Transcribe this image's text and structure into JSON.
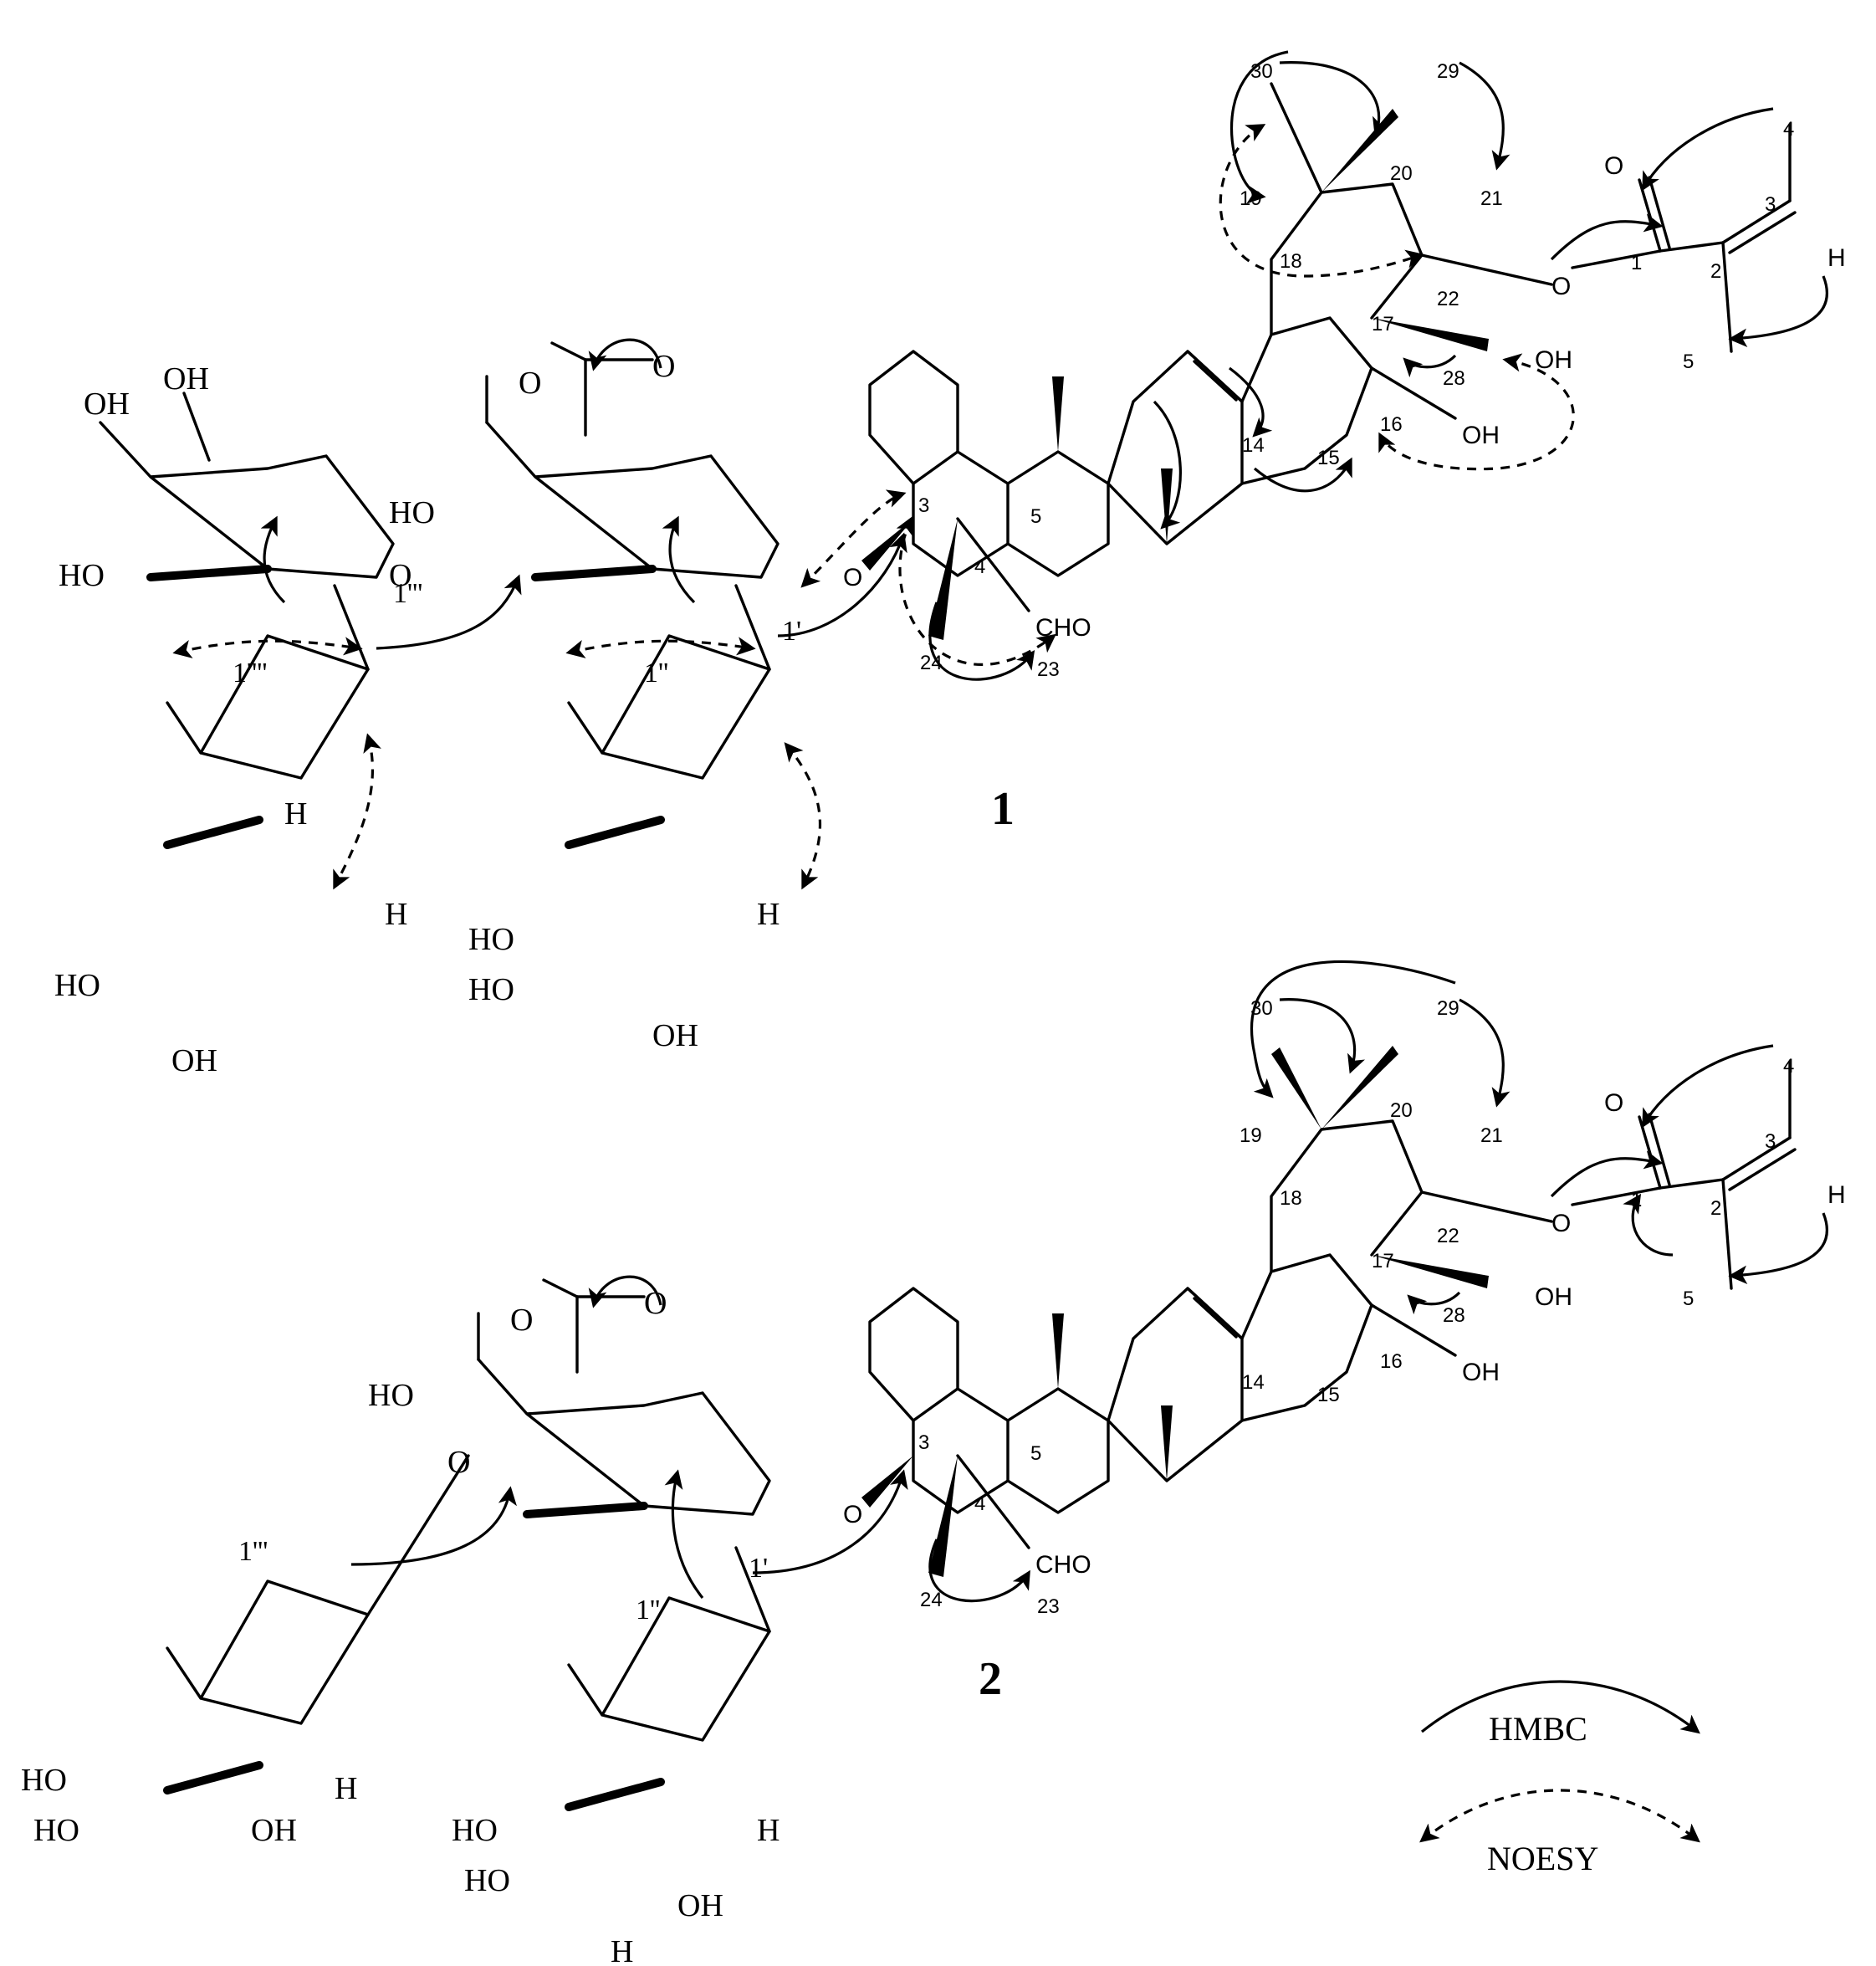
{
  "compounds": [
    {
      "id": "1",
      "aglycone_atoms": {
        "c30": "30",
        "c29": "29",
        "c20": "20",
        "c19": "19",
        "c21": "21",
        "c18": "18",
        "c22": "22",
        "c17": "17",
        "c28": "28",
        "c16": "16",
        "c15": "15",
        "c14": "14",
        "c5": "5",
        "c4": "4",
        "c3": "3",
        "c24": "24",
        "c23": "23",
        "e1": "1",
        "e2": "2",
        "e3": "3",
        "e4": "4",
        "e5": "5"
      },
      "groups": {
        "oh28": "OH",
        "oh16": "OH",
        "cho": "CHO",
        "o_ester": "O",
        "o_carbonyl": "O",
        "h_ester": "H",
        "o_glyc": "O"
      },
      "sugar_labels": {
        "s1": "1'",
        "s2": "1''",
        "s3": "1'''",
        "s4": "1''''"
      }
    },
    {
      "id": "2",
      "aglycone_atoms": {
        "c30": "30",
        "c29": "29",
        "c20": "20",
        "c19": "19",
        "c21": "21",
        "c18": "18",
        "c22": "22",
        "c17": "17",
        "c28": "28",
        "c16": "16",
        "c15": "15",
        "c14": "14",
        "c5": "5",
        "c4": "4",
        "c3": "3",
        "c24": "24",
        "c23": "23",
        "e1": "1",
        "e2": "2",
        "e3": "3",
        "e4": "4",
        "e5": "5"
      },
      "groups": {
        "oh28": "OH",
        "oh16": "OH",
        "cho": "CHO",
        "o_ester": "O",
        "o_carbonyl": "O",
        "h_ester": "H",
        "o_glyc": "O"
      },
      "sugar_labels": {
        "s1": "1'",
        "s2": "1''",
        "s3": "1'''"
      }
    }
  ],
  "sugar_text": {
    "oh": "OH",
    "ho": "HO",
    "h": "H",
    "o": "O"
  },
  "legend": {
    "hmbc": "HMBC",
    "noesy": "NOESY"
  }
}
